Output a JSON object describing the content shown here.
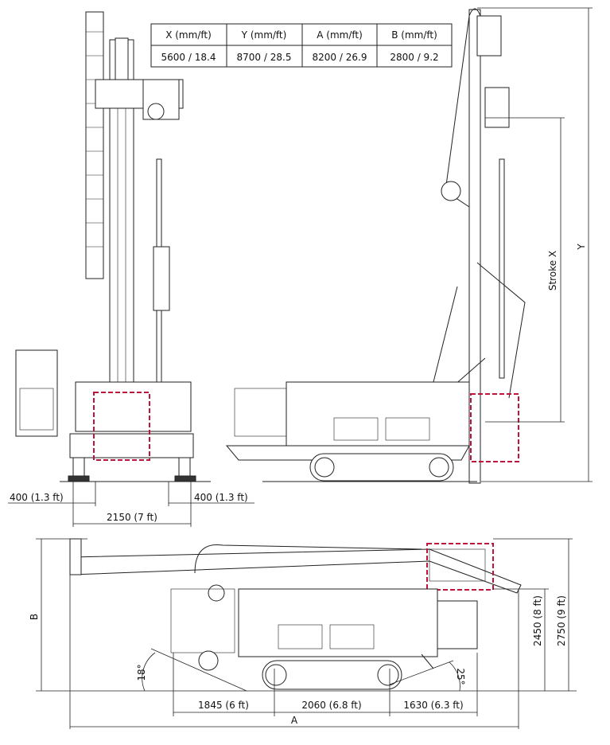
{
  "spec_table": {
    "headers": [
      "X (mm/ft)",
      "Y (mm/ft)",
      "A (mm/ft)",
      "B (mm/ft)"
    ],
    "values": [
      "5600 / 18.4",
      "8700 / 28.5",
      "8200 / 26.9",
      "2800 / 9.2"
    ]
  },
  "front_view": {
    "left_offset": "400 (1.3 ft)",
    "right_offset": "400 (1.3 ft)",
    "track_width": "2150 (7 ft)"
  },
  "side_view": {
    "stroke_label": "Stroke X",
    "height_label": "Y"
  },
  "transport_view": {
    "height_label": "B",
    "length_label": "A",
    "front_overhang": "1845 (6 ft)",
    "track_length": "2060 (6.8 ft)",
    "rear_overhang": "1630 (6.3 ft)",
    "height_1": "2450 (8 ft)",
    "height_2": "2750 (9 ft)",
    "approach_angle": "18°",
    "departure_angle": "25°"
  },
  "colors": {
    "highlight": "#c0143c",
    "line": "#222222"
  }
}
